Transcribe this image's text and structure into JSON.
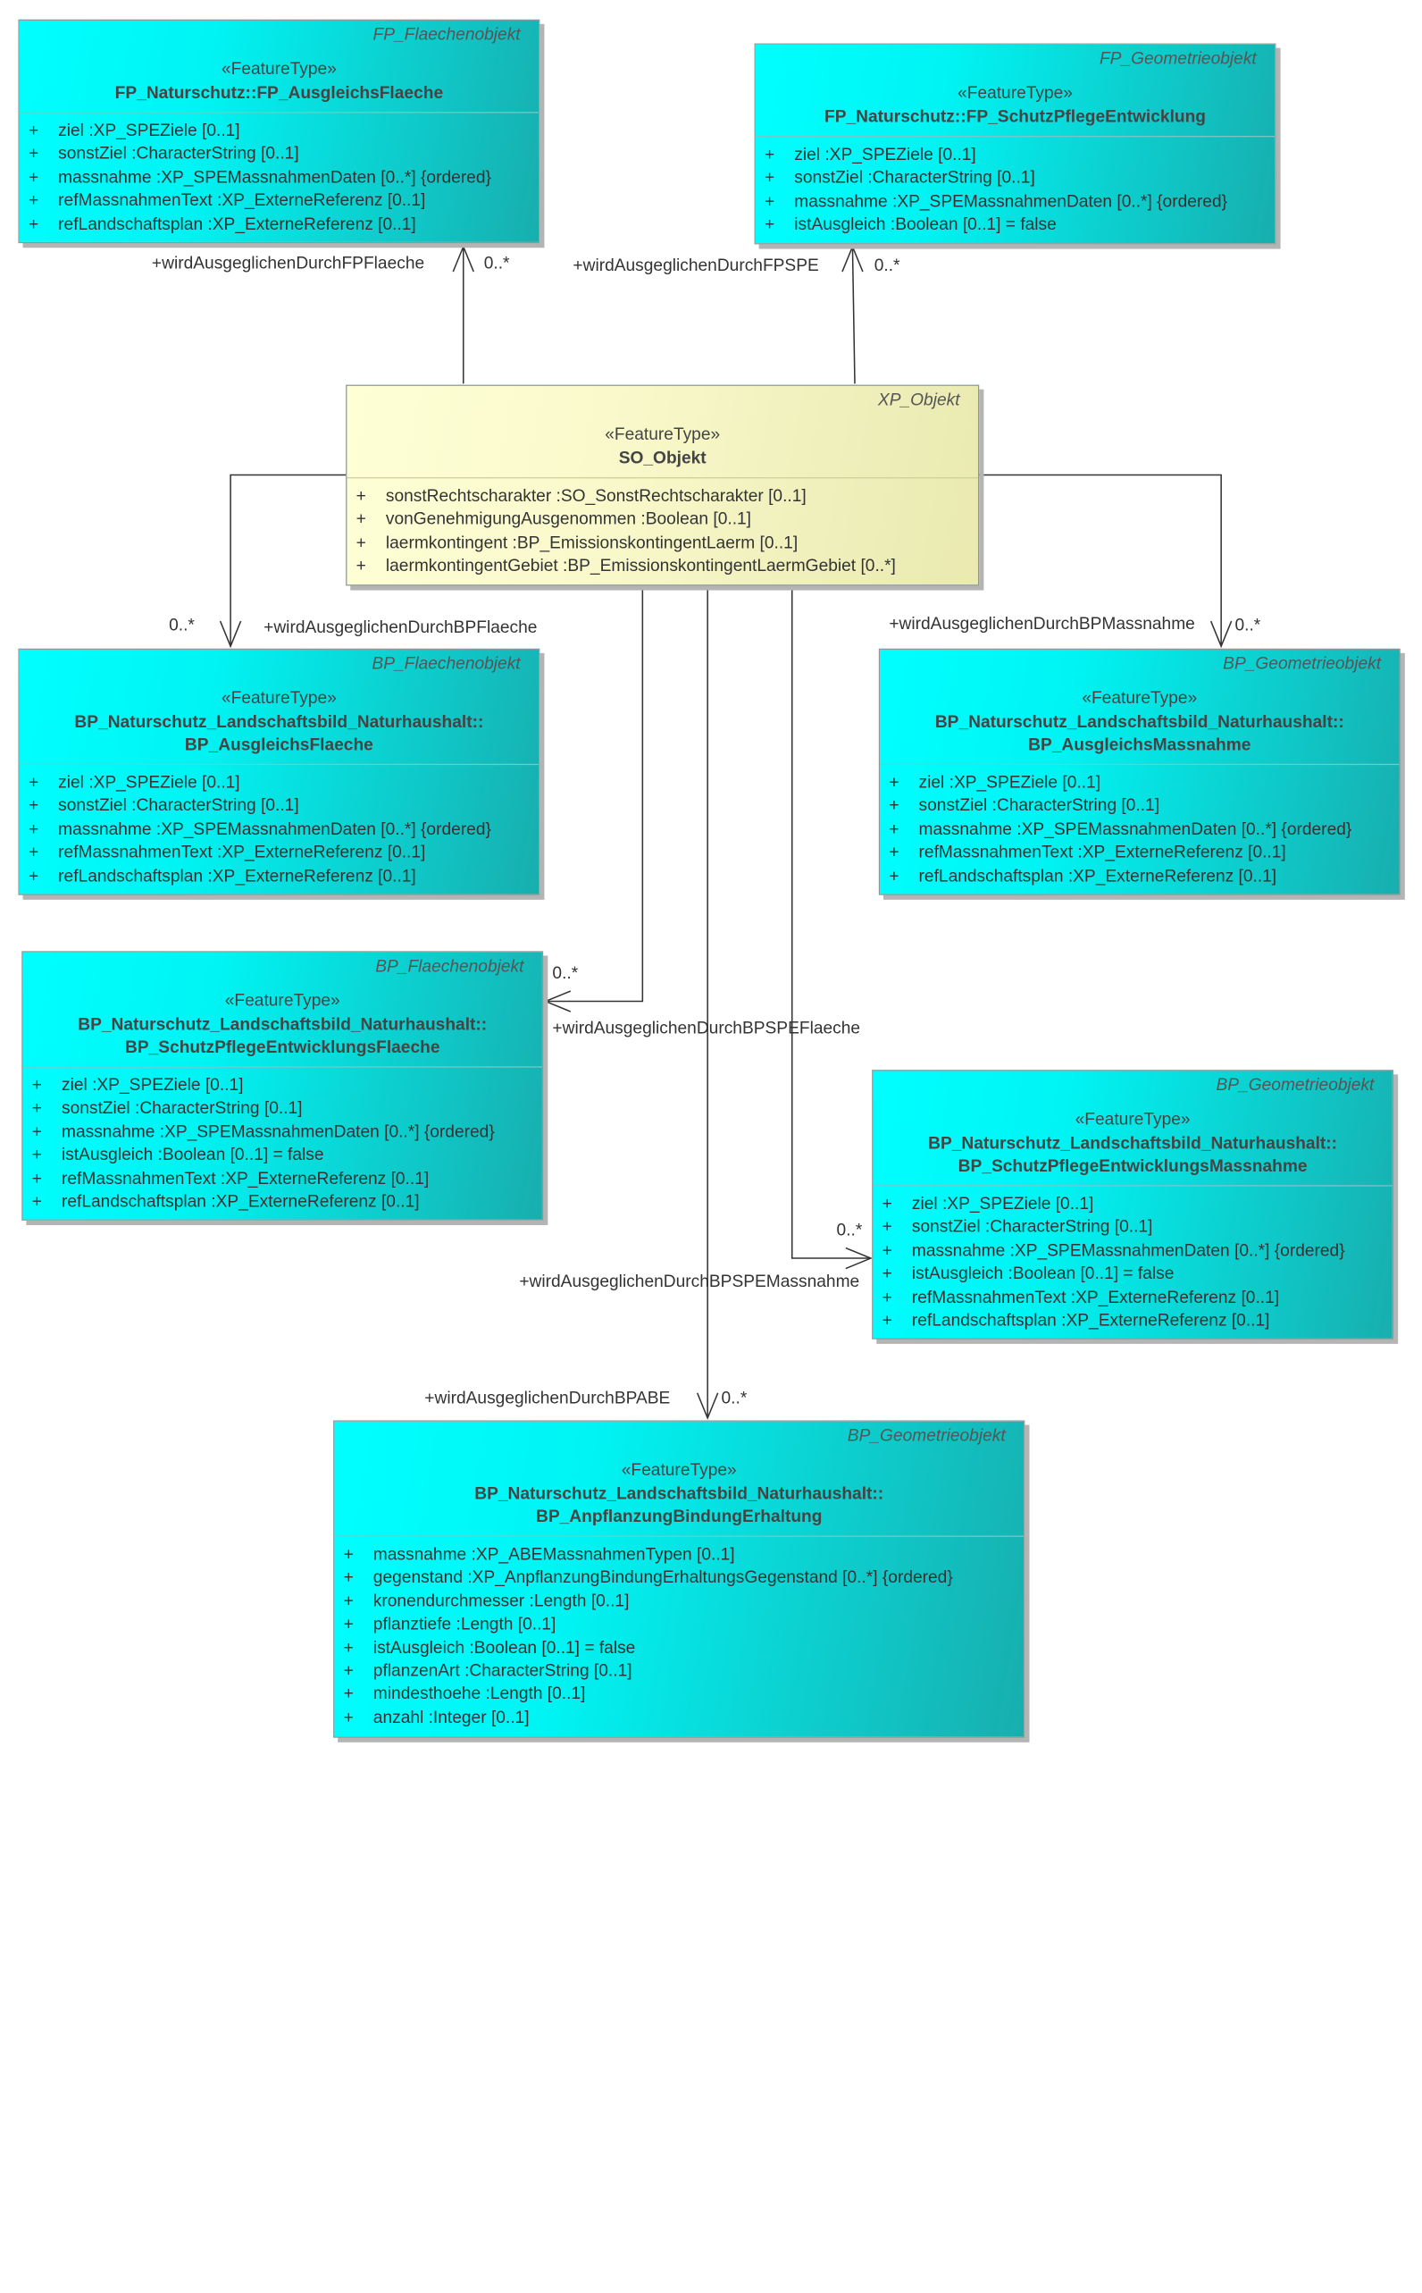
{
  "classes": [
    {
      "parent": "FP_Flaechenobjekt",
      "stereotype": "«FeatureType»",
      "name": [
        "FP_Naturschutz::FP_AusgleichsFlaeche"
      ],
      "attributes": [
        {
          "vis": "+",
          "text": "ziel  :XP_SPEZiele [0..1]"
        },
        {
          "vis": "+",
          "text": "sonstZiel  :CharacterString [0..1]"
        },
        {
          "vis": "+",
          "text": "massnahme  :XP_SPEMassnahmenDaten [0..*] {ordered}"
        },
        {
          "vis": "+",
          "text": "refMassnahmenText  :XP_ExterneReferenz [0..1]"
        },
        {
          "vis": "+",
          "text": "refLandschaftsplan  :XP_ExterneReferenz [0..1]"
        }
      ]
    },
    {
      "parent": "FP_Geometrieobjekt",
      "stereotype": "«FeatureType»",
      "name": [
        "FP_Naturschutz::FP_SchutzPflegeEntwicklung"
      ],
      "attributes": [
        {
          "vis": "+",
          "text": "ziel  :XP_SPEZiele [0..1]"
        },
        {
          "vis": "+",
          "text": "sonstZiel  :CharacterString [0..1]"
        },
        {
          "vis": "+",
          "text": "massnahme  :XP_SPEMassnahmenDaten [0..*] {ordered}"
        },
        {
          "vis": "+",
          "text": "istAusgleich  :Boolean [0..1] = false"
        }
      ]
    },
    {
      "parent": "XP_Objekt",
      "stereotype": "«FeatureType»",
      "name": [
        "SO_Objekt"
      ],
      "attributes": [
        {
          "vis": "+",
          "text": "sonstRechtscharakter  :SO_SonstRechtscharakter [0..1]"
        },
        {
          "vis": "+",
          "text": "vonGenehmigungAusgenommen  :Boolean [0..1]"
        },
        {
          "vis": "+",
          "text": "laermkontingent  :BP_EmissionskontingentLaerm [0..1]"
        },
        {
          "vis": "+",
          "text": "laermkontingentGebiet  :BP_EmissionskontingentLaermGebiet [0..*]"
        }
      ]
    },
    {
      "parent": "BP_Flaechenobjekt",
      "stereotype": "«FeatureType»",
      "name": [
        "BP_Naturschutz_Landschaftsbild_Naturhaushalt::",
        "BP_AusgleichsFlaeche"
      ],
      "attributes": [
        {
          "vis": "+",
          "text": "ziel  :XP_SPEZiele [0..1]"
        },
        {
          "vis": "+",
          "text": "sonstZiel  :CharacterString [0..1]"
        },
        {
          "vis": "+",
          "text": "massnahme  :XP_SPEMassnahmenDaten [0..*] {ordered}"
        },
        {
          "vis": "+",
          "text": "refMassnahmenText  :XP_ExterneReferenz [0..1]"
        },
        {
          "vis": "+",
          "text": "refLandschaftsplan  :XP_ExterneReferenz [0..1]"
        }
      ]
    },
    {
      "parent": "BP_Geometrieobjekt",
      "stereotype": "«FeatureType»",
      "name": [
        "BP_Naturschutz_Landschaftsbild_Naturhaushalt::",
        "BP_AusgleichsMassnahme"
      ],
      "attributes": [
        {
          "vis": "+",
          "text": "ziel  :XP_SPEZiele [0..1]"
        },
        {
          "vis": "+",
          "text": "sonstZiel  :CharacterString [0..1]"
        },
        {
          "vis": "+",
          "text": "massnahme  :XP_SPEMassnahmenDaten [0..*] {ordered}"
        },
        {
          "vis": "+",
          "text": "refMassnahmenText  :XP_ExterneReferenz [0..1]"
        },
        {
          "vis": "+",
          "text": "refLandschaftsplan  :XP_ExterneReferenz [0..1]"
        }
      ]
    },
    {
      "parent": "BP_Flaechenobjekt",
      "stereotype": "«FeatureType»",
      "name": [
        "BP_Naturschutz_Landschaftsbild_Naturhaushalt::",
        "BP_SchutzPflegeEntwicklungsFlaeche"
      ],
      "attributes": [
        {
          "vis": "+",
          "text": "ziel  :XP_SPEZiele [0..1]"
        },
        {
          "vis": "+",
          "text": "sonstZiel  :CharacterString [0..1]"
        },
        {
          "vis": "+",
          "text": "massnahme  :XP_SPEMassnahmenDaten [0..*] {ordered}"
        },
        {
          "vis": "+",
          "text": "istAusgleich  :Boolean [0..1] = false"
        },
        {
          "vis": "+",
          "text": "refMassnahmenText  :XP_ExterneReferenz [0..1]"
        },
        {
          "vis": "+",
          "text": "refLandschaftsplan  :XP_ExterneReferenz [0..1]"
        }
      ]
    },
    {
      "parent": "BP_Geometrieobjekt",
      "stereotype": "«FeatureType»",
      "name": [
        "BP_Naturschutz_Landschaftsbild_Naturhaushalt::",
        "BP_SchutzPflegeEntwicklungsMassnahme"
      ],
      "attributes": [
        {
          "vis": "+",
          "text": "ziel  :XP_SPEZiele [0..1]"
        },
        {
          "vis": "+",
          "text": "sonstZiel  :CharacterString [0..1]"
        },
        {
          "vis": "+",
          "text": "massnahme  :XP_SPEMassnahmenDaten [0..*] {ordered}"
        },
        {
          "vis": "+",
          "text": "istAusgleich  :Boolean [0..1] = false"
        },
        {
          "vis": "+",
          "text": "refMassnahmenText  :XP_ExterneReferenz [0..1]"
        },
        {
          "vis": "+",
          "text": "refLandschaftsplan  :XP_ExterneReferenz [0..1]"
        }
      ]
    },
    {
      "parent": "BP_Geometrieobjekt",
      "stereotype": "«FeatureType»",
      "name": [
        "BP_Naturschutz_Landschaftsbild_Naturhaushalt::",
        "BP_AnpflanzungBindungErhaltung"
      ],
      "attributes": [
        {
          "vis": "+",
          "text": "massnahme  :XP_ABEMassnahmenTypen [0..1]"
        },
        {
          "vis": "+",
          "text": "gegenstand  :XP_AnpflanzungBindungErhaltungsGegenstand [0..*] {ordered}"
        },
        {
          "vis": "+",
          "text": "kronendurchmesser  :Length [0..1]"
        },
        {
          "vis": "+",
          "text": "pflanztiefe  :Length [0..1]"
        },
        {
          "vis": "+",
          "text": "istAusgleich  :Boolean [0..1] = false"
        },
        {
          "vis": "+",
          "text": "pflanzenArt  :CharacterString [0..1]"
        },
        {
          "vis": "+",
          "text": "mindesthoehe  :Length [0..1]"
        },
        {
          "vis": "+",
          "text": "anzahl  :Integer [0..1]"
        }
      ]
    }
  ],
  "associations": [
    {
      "role": "+wirdAusgeglichenDurchFPFlaeche",
      "multiplicity": "0..*"
    },
    {
      "role": "+wirdAusgeglichenDurchFPSPE",
      "multiplicity": "0..*"
    },
    {
      "role": "+wirdAusgeglichenDurchBPFlaeche",
      "multiplicity": "0..*"
    },
    {
      "role": "+wirdAusgeglichenDurchBPMassnahme",
      "multiplicity": "0..*"
    },
    {
      "role": "+wirdAusgeglichenDurchBPSPEFlaeche",
      "multiplicity": "0..*"
    },
    {
      "role": "+wirdAusgeglichenDurchBPSPEMassnahme",
      "multiplicity": "0..*"
    },
    {
      "role": "+wirdAusgeglichenDurchBPABE",
      "multiplicity": "0..*"
    }
  ],
  "colors": {
    "class_fill_cyan_start": "#00ffff",
    "class_fill_cyan_end": "#18aeae",
    "class_fill_yellow_start": "#ffffd6",
    "class_fill_yellow_end": "#e9e9b0",
    "line": "#333333"
  }
}
